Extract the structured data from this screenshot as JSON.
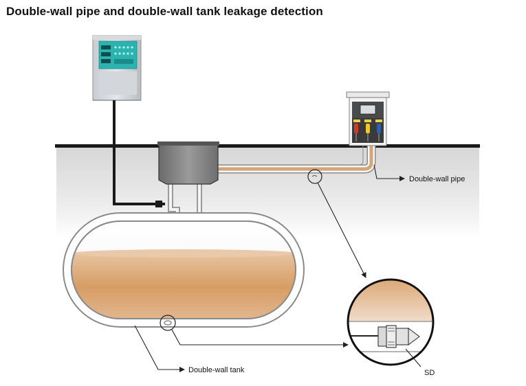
{
  "title": "Double-wall pipe and double-wall tank leakage detection",
  "labels": {
    "pipe": "Double-wall pipe",
    "tank": "Double-wall tank",
    "sensor": "SD"
  },
  "colors": {
    "ground": "#e2e2e2",
    "fuel": "#d9a26c",
    "controller_panel": "#2bb3b0",
    "surface_line": "#1a1a1a"
  }
}
